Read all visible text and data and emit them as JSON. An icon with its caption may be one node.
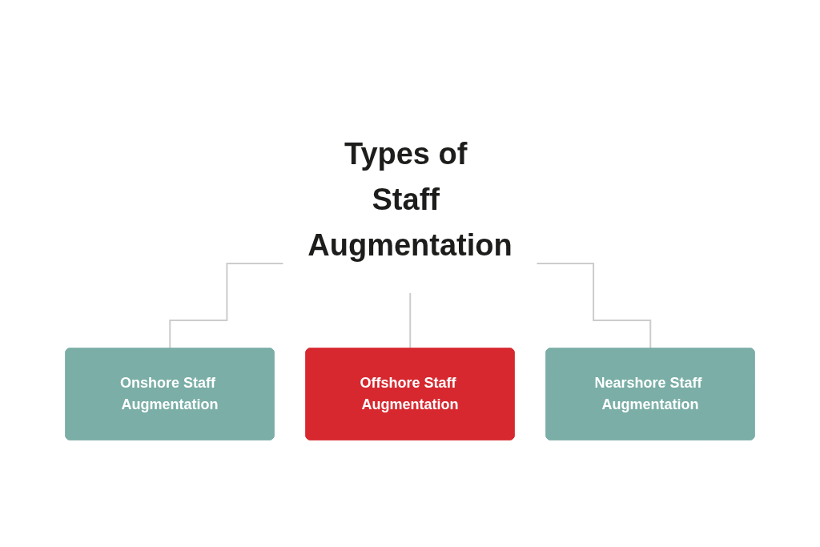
{
  "diagram": {
    "nodes": [
      {
        "text": [
          "Types of Staff Augmentation"
        ]
      },
      {
        "text": [
          "Onshore Staff Augmentation"
        ]
      },
      {
        "text": [
          "Offshore Staff Augmentation"
        ]
      },
      {
        "text": [
          "Nearshore Staff Augmentation"
        ]
      }
    ],
    "edges": [
      {
        "from": 0,
        "to": 1,
        "arrow": "none"
      },
      {
        "from": 0,
        "to": 2,
        "arrow": "none"
      },
      {
        "from": 0,
        "to": 3,
        "arrow": "none"
      }
    ]
  }
}
